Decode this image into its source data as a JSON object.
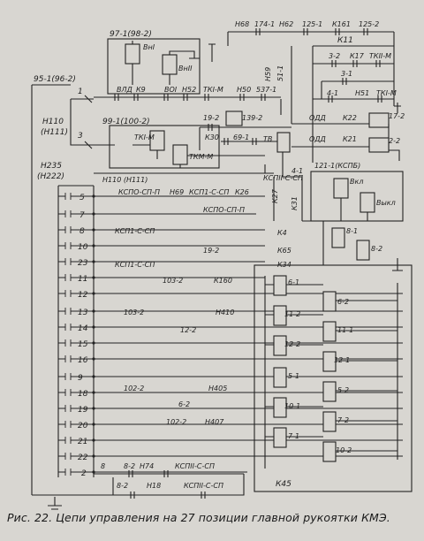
{
  "figure": {
    "caption": "Рис. 22. Цепи управления на 27 позиции главной рукоятки КМЭ."
  },
  "labels": {
    "left_top_node": "95-1(96-2)",
    "terminal_1": "1",
    "terminal_3": "3",
    "h110": "Н110",
    "h111": "(Н111)",
    "h235": "Н235",
    "h222": "(Н222)",
    "box_97": "97-1(98-2)",
    "vn1": "ВнI",
    "vnii": "ВнII",
    "vld": "ВЛД",
    "k9": "К9",
    "v01": "ВОI",
    "h52": "Н52",
    "tk1m_a": "ТКI-М",
    "h50": "Н50",
    "s37": "537-1",
    "box_99": "99-1(100-2)",
    "tk1m_coil": "ТКI-М",
    "tkm": "ТКМ-М",
    "n110b": "Н110 (Н111)",
    "top_h68": "Н68",
    "top_174": "174-1",
    "top_h62": "Н62",
    "top_125": "125-1",
    "top_k161": "К161",
    "top_125b": "125-2",
    "k11": "К11",
    "c32": "3-2",
    "k17": "К17",
    "tk2m": "ТКII-М",
    "c31": "3-1",
    "c4": "4-1",
    "h51": "Н51",
    "tk1m_r": "ТКI-М",
    "odd1": "ОДД",
    "k22": "К22",
    "c172": "17-2",
    "odd2": "ОДД",
    "k21": "К21",
    "c22": "2-2",
    "h59": "Н59",
    "s51": "51-1",
    "r192": "19-2",
    "r1392": "139-2",
    "k30": "К30",
    "r691": "69-1",
    "tv": "ТВ",
    "r41": "4-1",
    "k31": "К31",
    "k27": "К27",
    "r1211": "121-1(КСПБ)",
    "vkl": "Вкл",
    "vykl": "Выкл",
    "r81": "8-1",
    "r82": "8-2",
    "n5": "5",
    "n7": "7",
    "n8": "8",
    "n10": "10",
    "n23": "23",
    "n11": "11",
    "n12": "12",
    "n13": "13",
    "n14": "14",
    "n15": "15",
    "n16": "16",
    "n18": "18",
    "n19": "19",
    "n20": "20",
    "n21": "21",
    "n22": "22",
    "n2": "2",
    "n9": "9",
    "kspo_sp_p": "КСПО-СП-П",
    "h69": "Н69",
    "ksp1_sp": "КСП1-С-СП",
    "k26": "К26",
    "kspii_sp": "КСПII-С-СП",
    "kspo_sp_p2": "КСПО-СП-П",
    "ksp1_c": "КСП1-С-СП",
    "r192b": "19-2",
    "k4": "К4",
    "k65": "К65",
    "ksp1_c2": "КСП1-С-СП",
    "k34": "К34",
    "r1032": "103-2",
    "k160": "К160",
    "r1032b": "103-2",
    "h410": "Н410",
    "r122": "12-2",
    "r1022": "102-2",
    "h405": "Н405",
    "r62": "6-2",
    "r1022b": "102-2",
    "h407": "Н407",
    "c61": "6-1",
    "c62": "6-2",
    "c112": "11-2",
    "c111": "11-1",
    "c122": "12-2",
    "c121": "12-1",
    "c51": "5-1",
    "c52": "5-2",
    "c101": "10-1",
    "c72": "7-2",
    "c71": "7-1",
    "c102": "10-2",
    "k45": "К45",
    "b82": "8-2",
    "b874": "Н74",
    "bksp": "КСПII-С-СП",
    "b82b": "8-2",
    "b118": "Н18",
    "bksp2": "КСПII-С-СП",
    "b8": "8"
  }
}
